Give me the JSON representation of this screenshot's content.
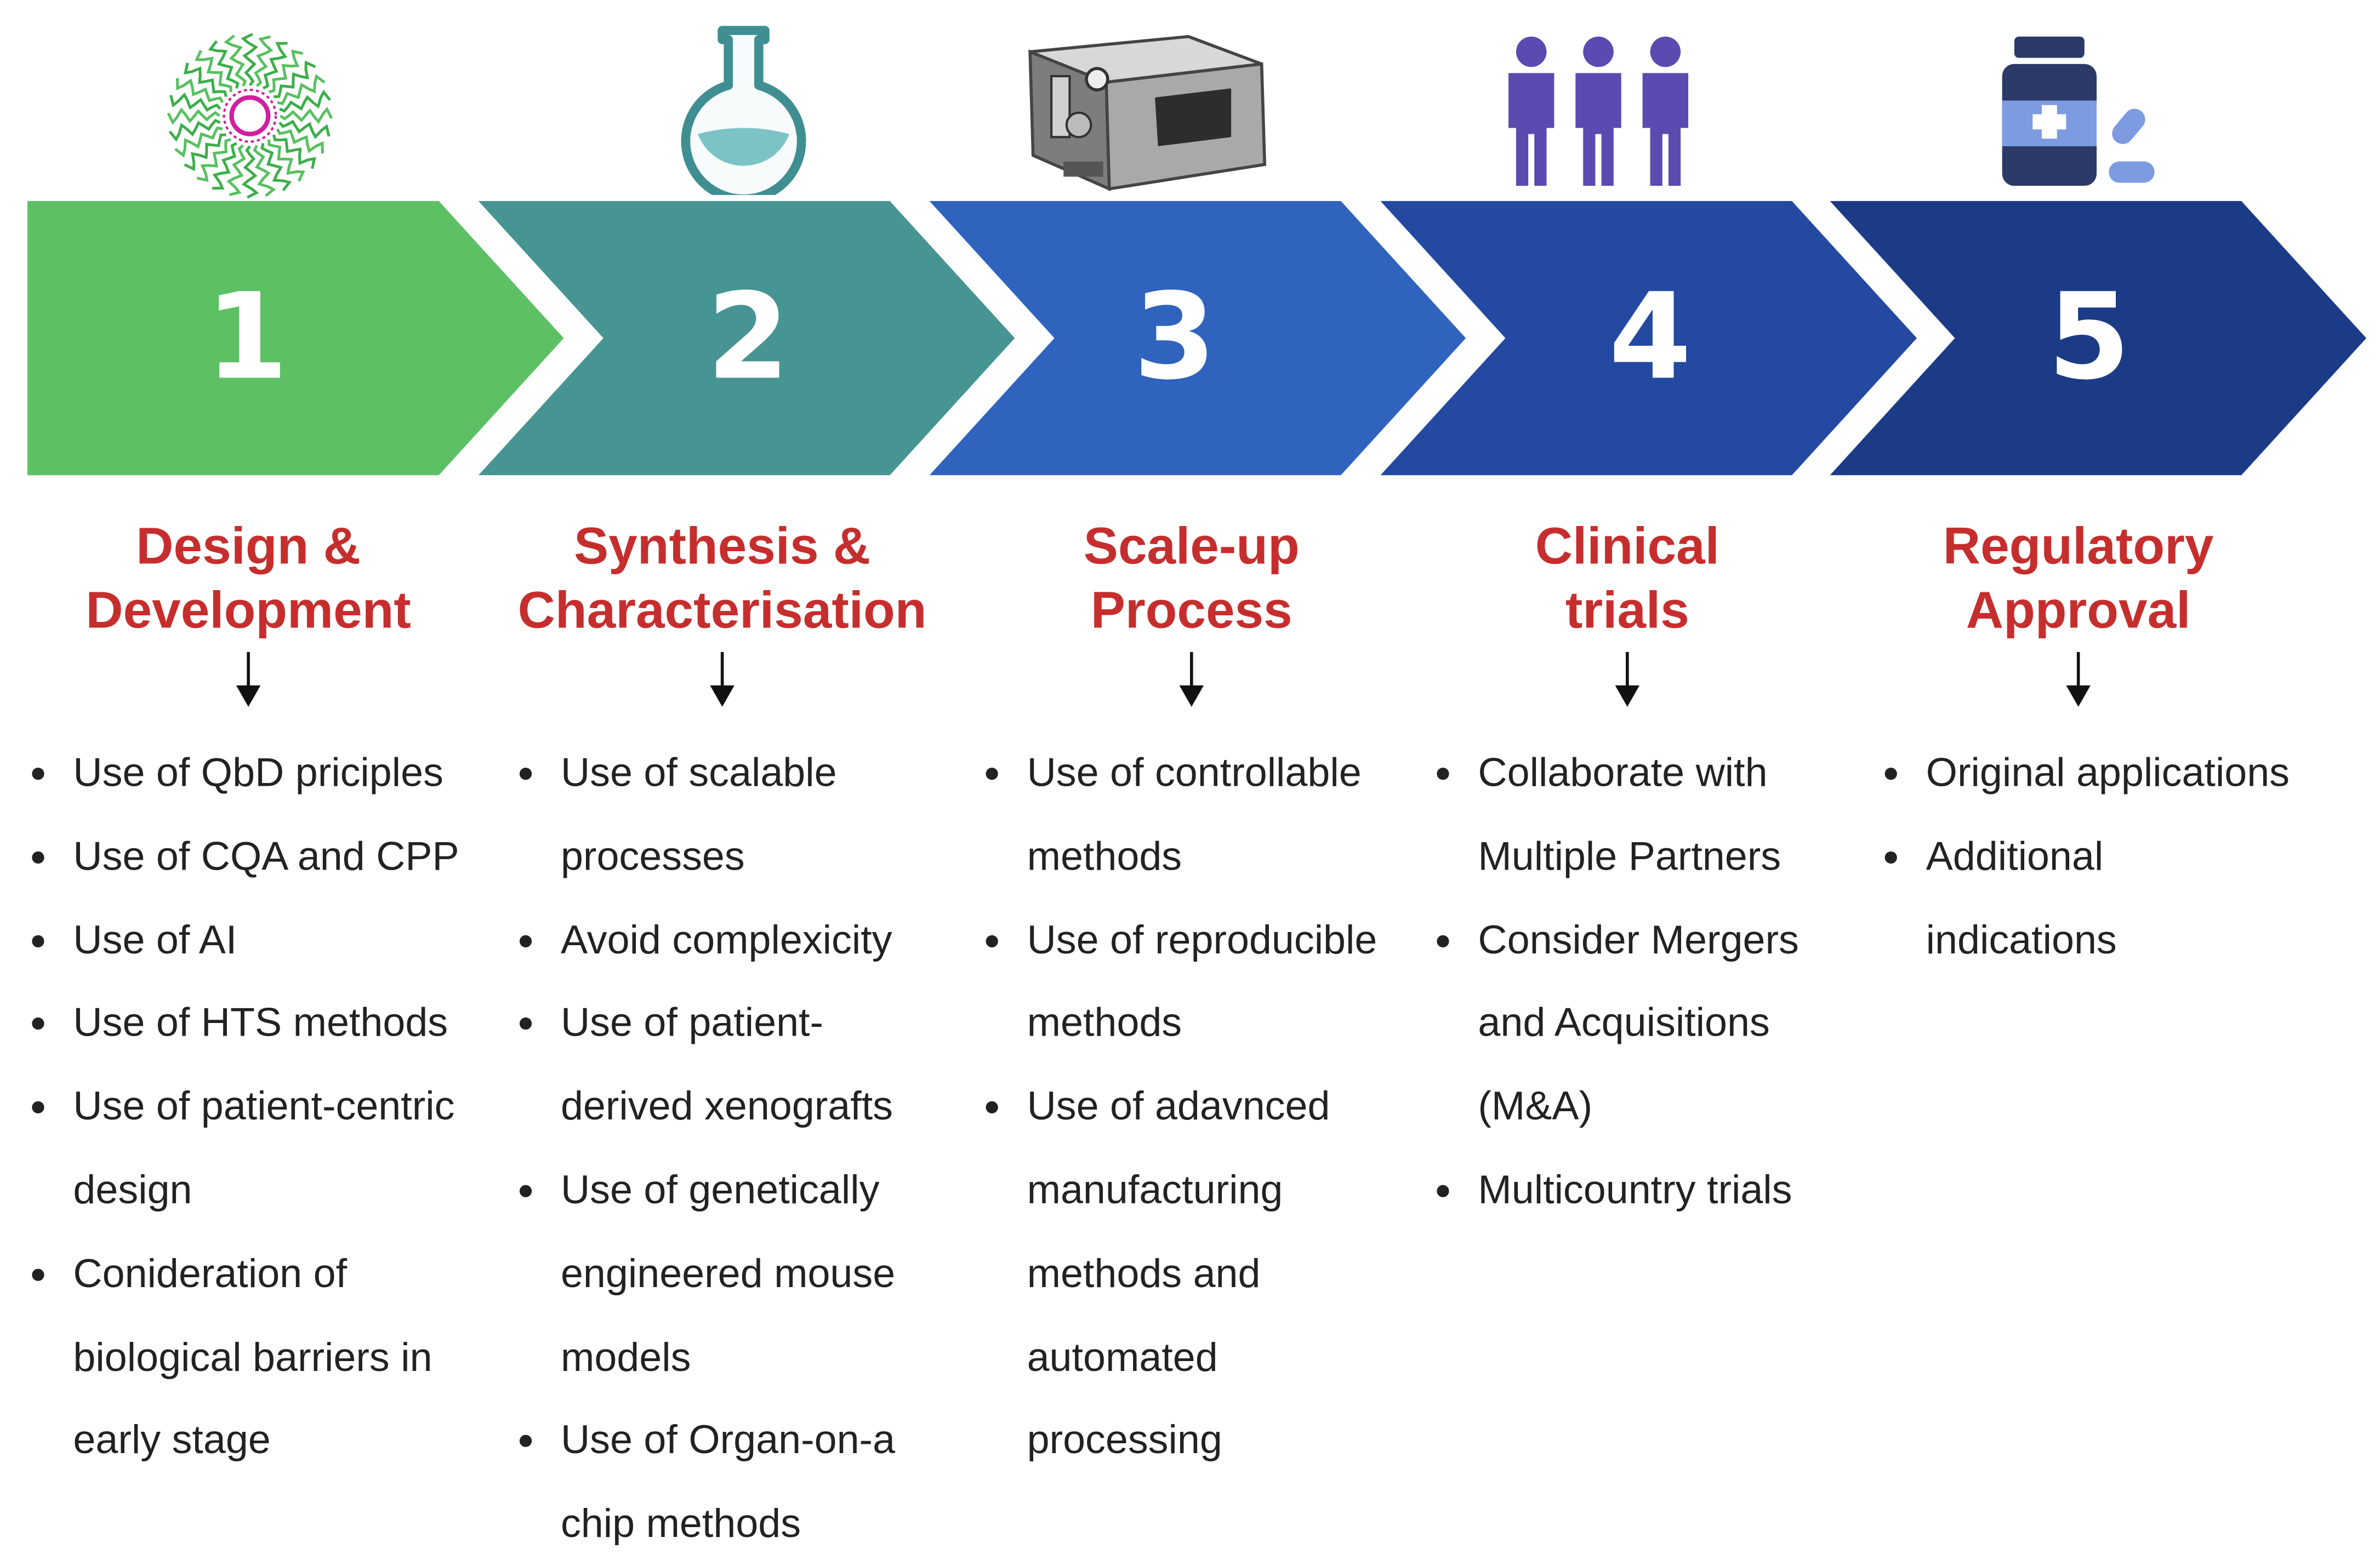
{
  "colors": {
    "step1": "#5ec065",
    "step2": "#479592",
    "step3": "#2f63bd",
    "step4": "#2349a0",
    "step5": "#1c3b86",
    "title": "#c62e2e",
    "text": "#222222"
  },
  "steps": [
    {
      "number": "1",
      "icon": "nanoparticle-icon",
      "title_lines": [
        "Design &",
        "Development"
      ],
      "items": [
        [
          "Use of QbD priciples"
        ],
        [
          "Use of CQA and CPP"
        ],
        [
          "Use of AI"
        ],
        [
          "Use of HTS methods"
        ],
        [
          "Use of patient-centric",
          "design"
        ],
        [
          "Conideration of",
          "biological barriers in",
          "early stage"
        ]
      ]
    },
    {
      "number": "2",
      "icon": "flask-icon",
      "title_lines": [
        "Synthesis &",
        "Characterisation"
      ],
      "items": [
        [
          "Use of scalable",
          "processes"
        ],
        [
          "Avoid complexicity"
        ],
        [
          "Use of patient-",
          "derived xenografts"
        ],
        [
          "Use of genetically",
          "engineered mouse",
          "models"
        ],
        [
          "Use of Organ-on-a",
          "chip methods"
        ]
      ]
    },
    {
      "number": "3",
      "icon": "manufacturing-machine-icon",
      "title_lines": [
        "Scale-up",
        "Process"
      ],
      "items": [
        [
          "Use of controllable",
          "methods"
        ],
        [
          "Use of reproducible",
          "methods"
        ],
        [
          "Use of adavnced",
          "manufacturing",
          "methods and",
          "automated",
          "processing"
        ]
      ]
    },
    {
      "number": "4",
      "icon": "people-icon",
      "title_lines": [
        "Clinical",
        "trials"
      ],
      "items": [
        [
          "Collaborate with",
          "Multiple Partners"
        ],
        [
          "Consider Mergers",
          "and Acquisitions",
          "(M&A)"
        ],
        [
          "Multicountry trials"
        ]
      ]
    },
    {
      "number": "5",
      "icon": "medicine-bottle-icon",
      "title_lines": [
        "Regulatory",
        "Approval"
      ],
      "items": [
        [
          "Original applications"
        ],
        [
          "Additional",
          "indications"
        ]
      ]
    }
  ]
}
